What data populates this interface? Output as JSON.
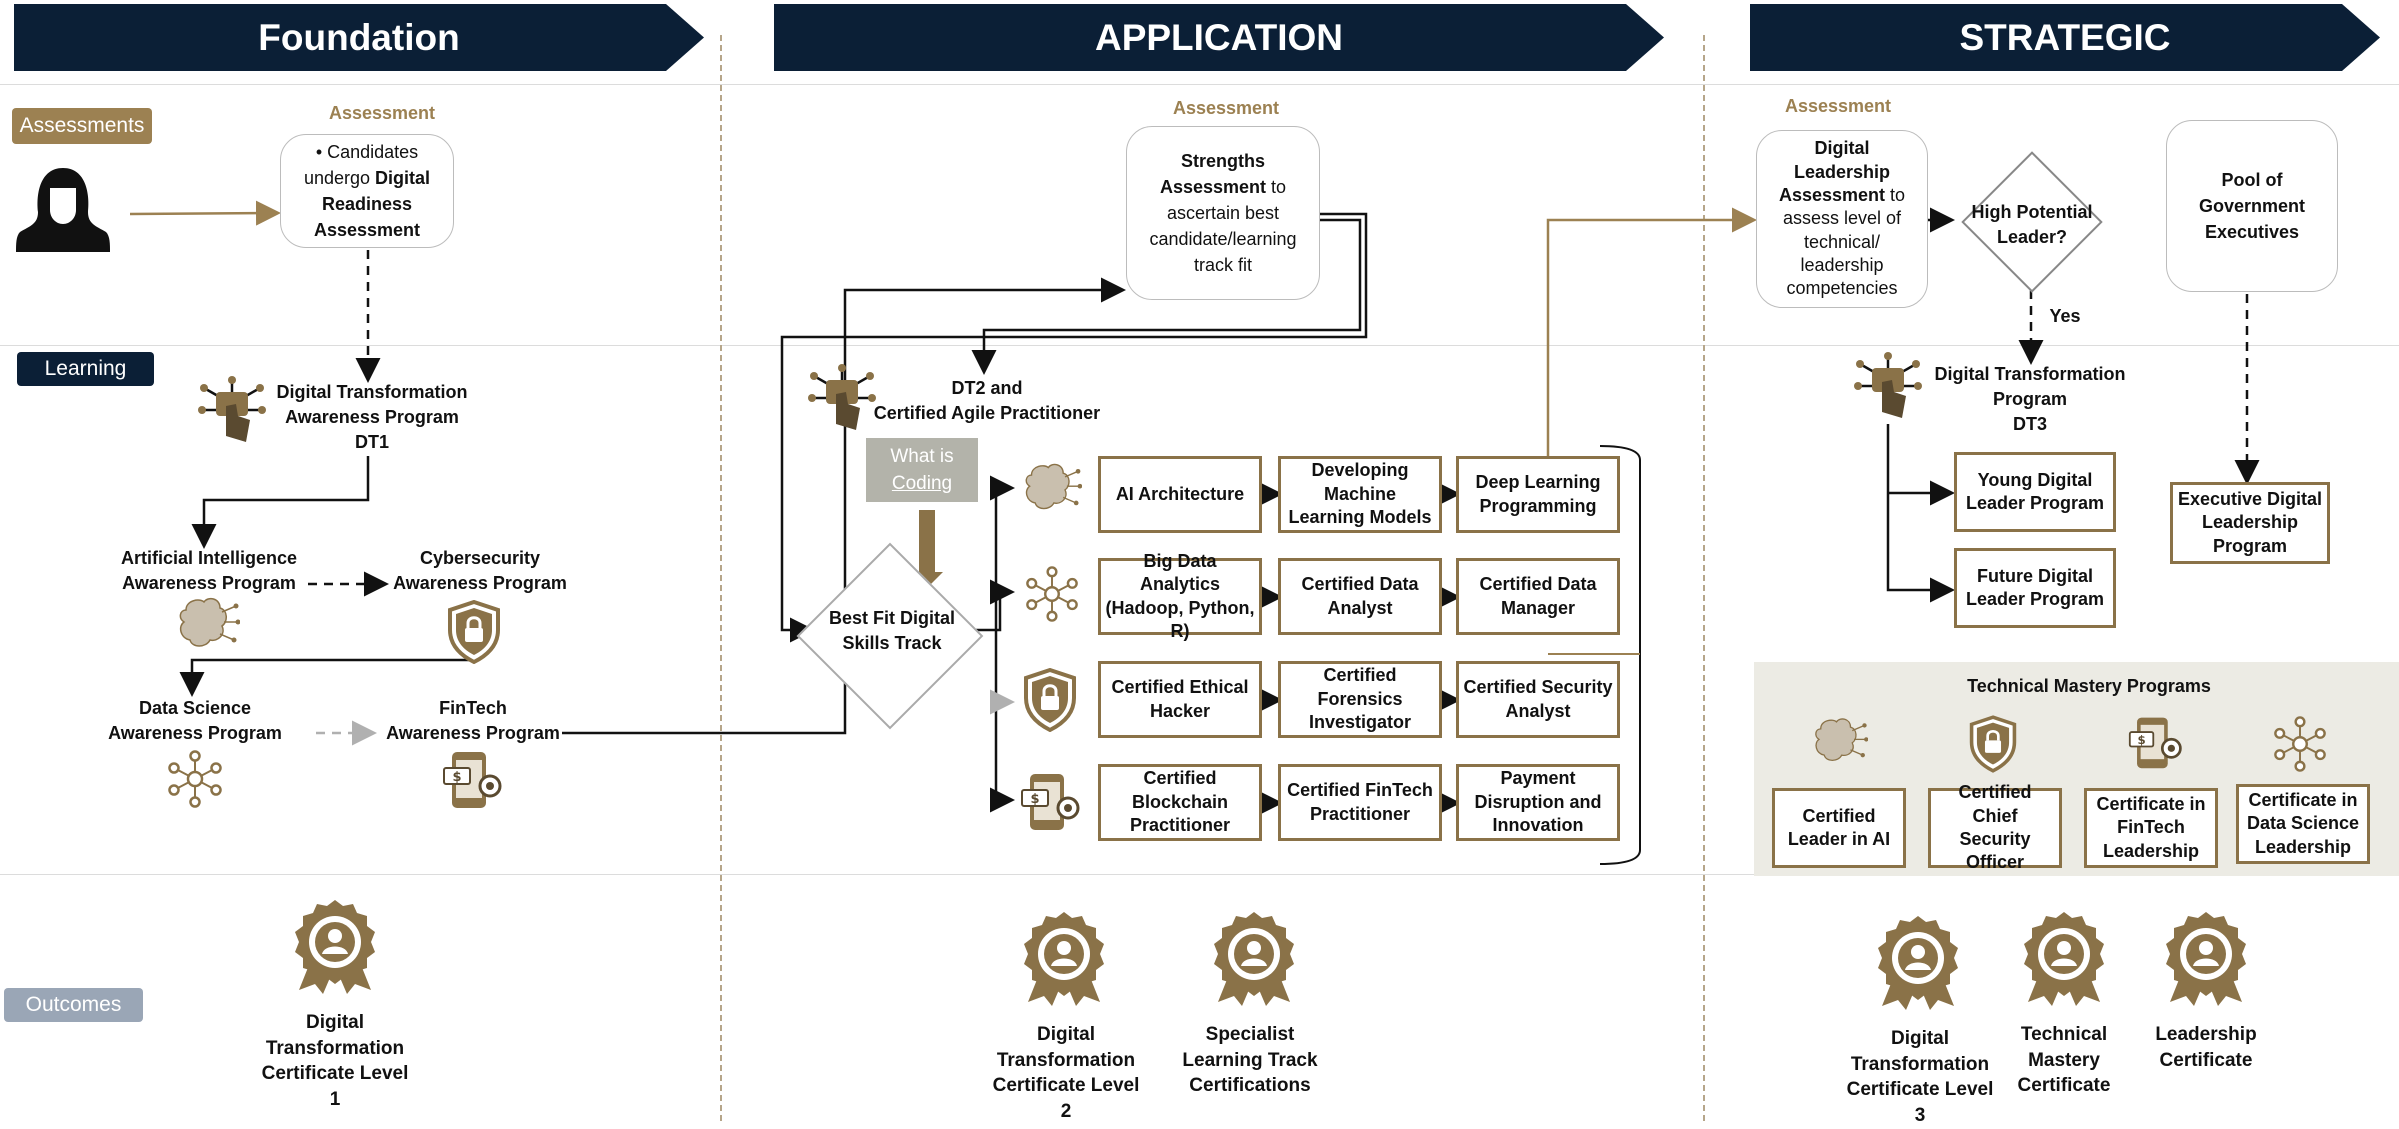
{
  "banners": {
    "foundation": "Foundation",
    "application": "APPLICATION",
    "strategic": "STRATEGIC"
  },
  "side_tags": {
    "assessments": "Assessments",
    "learning": "Learning",
    "outcomes": "Outcomes"
  },
  "foundation": {
    "assessment_label": "Assessment",
    "assessment_box": [
      "• Candidates",
      "undergo ",
      "Digital",
      "Readiness",
      "Assessment"
    ],
    "dt1": [
      "Digital Transformation",
      "Awareness Program",
      "DT1"
    ],
    "ai_awareness": [
      "Artificial Intelligence",
      "Awareness Program"
    ],
    "cyber_awareness": [
      "Cybersecurity",
      "Awareness Program"
    ],
    "ds_awareness": [
      "Data Science",
      "Awareness Program"
    ],
    "fintech_awareness": [
      "FinTech",
      "Awareness Program"
    ],
    "outcome": [
      "Digital",
      "Transformation",
      "Certificate Level",
      "1"
    ]
  },
  "application": {
    "assessment_label": "Assessment",
    "strengths_box": [
      "Strengths",
      "Assessment",
      " to",
      "ascertain best",
      "candidate/learning",
      "track fit"
    ],
    "dt2": [
      "DT2 and",
      "Certified Agile Practitioner"
    ],
    "what_is": "What is",
    "coding": "Coding",
    "best_fit": [
      "Best Fit Digital",
      "Skills Track"
    ],
    "tracks": [
      [
        "AI Architecture",
        "Developing Machine Learning Models",
        "Deep Learning Programming"
      ],
      [
        "Big Data Analytics (Hadoop, Python, R)",
        "Certified Data Analyst",
        "Certified Data Manager"
      ],
      [
        "Certified Ethical Hacker",
        "Certified Forensics Investigator",
        "Certified Security Analyst"
      ],
      [
        "Certified Blockchain Practitioner",
        "Certified FinTech Practitioner",
        "Payment Disruption and Innovation"
      ]
    ],
    "outcome_1": [
      "Digital",
      "Transformation",
      "Certificate Level",
      "2"
    ],
    "outcome_2": [
      "Specialist",
      "Learning Track",
      "Certifications"
    ]
  },
  "strategic": {
    "assessment_label": "Assessment",
    "leadership_box": [
      "Digital",
      "Leadership",
      "Assessment",
      " to",
      "assess level of",
      "technical/",
      "leadership",
      "competencies"
    ],
    "high_potential": [
      "High Potential",
      "Leader?"
    ],
    "yes": "Yes",
    "pool": [
      "Pool of",
      "Government",
      "Executives"
    ],
    "dt3": [
      "Digital Transformation",
      "Program",
      "DT3"
    ],
    "young_leader": "Young Digital Leader Program",
    "future_leader": "Future Digital Leader Program",
    "exec_leader": "Executive Digital Leadership Program",
    "mastery_title": "Technical Mastery Programs",
    "mastery": [
      "Certified Leader in AI",
      "Certified Chief Security Officer",
      "Certificate in FinTech Leadership",
      "Certificate in Data Science Leadership"
    ],
    "outcome_1": [
      "Digital",
      "Transformation",
      "Certificate Level",
      "3"
    ],
    "outcome_2": [
      "Technical",
      "Mastery",
      "Certificate"
    ],
    "outcome_3": [
      "Leadership",
      "Certificate"
    ]
  },
  "colors": {
    "navy": "#0b1f36",
    "gold": "#8a7248",
    "gold_text": "#9c8152",
    "slate": "#9aa6b6"
  }
}
